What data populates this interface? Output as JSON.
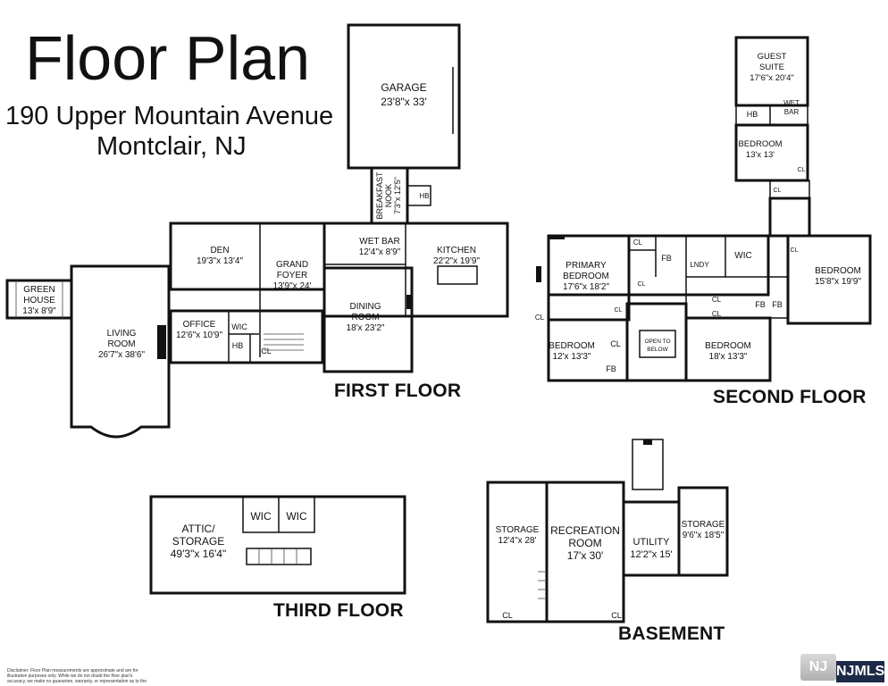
{
  "header": {
    "title": "Floor Plan",
    "address": "190 Upper Mountain Avenue",
    "city": "Montclair, NJ"
  },
  "floors": {
    "first": "FIRST FLOOR",
    "second": "SECOND FLOOR",
    "third": "THIRD FLOOR",
    "basement": "BASEMENT"
  },
  "rooms": {
    "garage": {
      "name": "GARAGE",
      "dim": "23'8\"x 33'"
    },
    "breakfast_nook": {
      "name1": "BREAKFAST",
      "name2": "NOOK",
      "dim": "7'3\"x 12'5\""
    },
    "first_hb_top": "HB",
    "den": {
      "name": "DEN",
      "dim": "19'3\"x 13'4\""
    },
    "grand_foyer": {
      "name1": "GRAND",
      "name2": "FOYER",
      "dim": "13'9\"x 24'"
    },
    "wet_bar": {
      "name": "WET BAR",
      "dim": "12'4\"x 8'9\""
    },
    "kitchen": {
      "name": "KITCHEN",
      "dim": "22'2\"x 19'9\""
    },
    "green_house": {
      "name1": "GREEN",
      "name2": "HOUSE",
      "dim": "13'x 8'9\""
    },
    "living_room": {
      "name1": "LIVING",
      "name2": "ROOM",
      "dim": "26'7\"x 38'6\""
    },
    "office": {
      "name": "OFFICE",
      "dim": "12'6\"x 10'9\""
    },
    "first_wic": "WIC",
    "first_hb": "HB",
    "first_cl": "CL",
    "dining_room": {
      "name1": "DINING",
      "name2": "ROOM",
      "dim": "18'x 23'2\""
    },
    "guest_suite": {
      "name1": "GUEST",
      "name2": "SUITE",
      "dim": "17'6\"x 20'4\""
    },
    "guest_hb": "HB",
    "guest_wet_bar": {
      "name1": "WET",
      "name2": "BAR"
    },
    "bedroom_guest": {
      "name": "BEDROOM",
      "dim": "13'x 13'"
    },
    "guest_cl1": "CL",
    "guest_cl2": "CL",
    "guest_cl3": "CL",
    "primary_bedroom": {
      "name1": "PRIMARY",
      "name2": "BEDROOM",
      "dim": "17'6\"x 18'2\""
    },
    "second_cl_a": "CL",
    "second_fb_a": "FB",
    "second_lndy": "LNDY",
    "second_wic": "WIC",
    "bedroom_right": {
      "name": "BEDROOM",
      "dim": "15'8\"x 19'9\""
    },
    "second_cl_b": "CL",
    "second_cl_c": "CL",
    "second_cl_d": "CL",
    "second_cl_e": "CL",
    "second_fb_b": "FB",
    "second_fb_c": "FB",
    "second_cl_f": "CL",
    "bedroom_left": {
      "name": "BEDROOM",
      "dim": "12'x 13'3\""
    },
    "second_cl_g": "CL",
    "second_fb_d": "FB",
    "open_to_below": {
      "line1": "OPEN TO",
      "line2": "BELOW"
    },
    "bedroom_center": {
      "name": "BEDROOM",
      "dim": "18'x 13'3\""
    },
    "attic": {
      "name1": "ATTIC/",
      "name2": "STORAGE",
      "dim": "49'3\"x 16'4\""
    },
    "third_wic1": "WIC",
    "third_wic2": "WIC",
    "storage_left": {
      "name": "STORAGE",
      "dim": "12'4\"x 28'"
    },
    "recreation": {
      "name1": "RECREATION",
      "name2": "ROOM",
      "dim": "17'x 30'"
    },
    "utility": {
      "name": "UTILITY",
      "dim": "12'2\"x 15'"
    },
    "storage_right": {
      "name": "STORAGE",
      "dim": "9'6\"x 18'5\""
    },
    "basement_cl1": "CL",
    "basement_cl2": "CL"
  },
  "footer": {
    "disclaimer": "Disclaimer: Floor Plan measurements are approximate and are for illustrative purposes only. While we do not doubt the floor plan's accuracy, we make no guarantee, warranty, or representation as to the",
    "logo_mark": "NJ",
    "logo": "NJMLS"
  }
}
